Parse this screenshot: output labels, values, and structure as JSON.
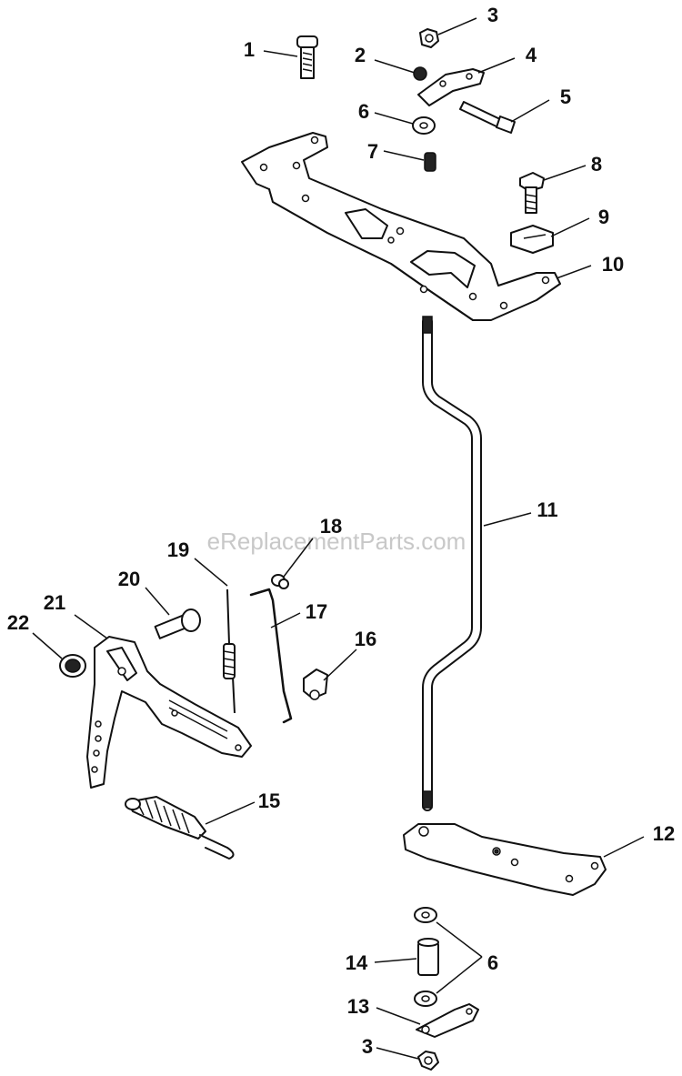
{
  "watermark": "eReplacementParts.com",
  "callouts": [
    {
      "id": "c1",
      "label": "1"
    },
    {
      "id": "c2",
      "label": "2"
    },
    {
      "id": "c3a",
      "label": "3"
    },
    {
      "id": "c3b",
      "label": "3"
    },
    {
      "id": "c4",
      "label": "4"
    },
    {
      "id": "c5",
      "label": "5"
    },
    {
      "id": "c6a",
      "label": "6"
    },
    {
      "id": "c6b",
      "label": "6"
    },
    {
      "id": "c7",
      "label": "7"
    },
    {
      "id": "c8",
      "label": "8"
    },
    {
      "id": "c9",
      "label": "9"
    },
    {
      "id": "c10",
      "label": "10"
    },
    {
      "id": "c11",
      "label": "11"
    },
    {
      "id": "c12",
      "label": "12"
    },
    {
      "id": "c13",
      "label": "13"
    },
    {
      "id": "c14",
      "label": "14"
    },
    {
      "id": "c15",
      "label": "15"
    },
    {
      "id": "c16",
      "label": "16"
    },
    {
      "id": "c17",
      "label": "17"
    },
    {
      "id": "c18",
      "label": "18"
    },
    {
      "id": "c19",
      "label": "19"
    },
    {
      "id": "c20",
      "label": "20"
    },
    {
      "id": "c21",
      "label": "21"
    },
    {
      "id": "c22",
      "label": "22"
    }
  ]
}
